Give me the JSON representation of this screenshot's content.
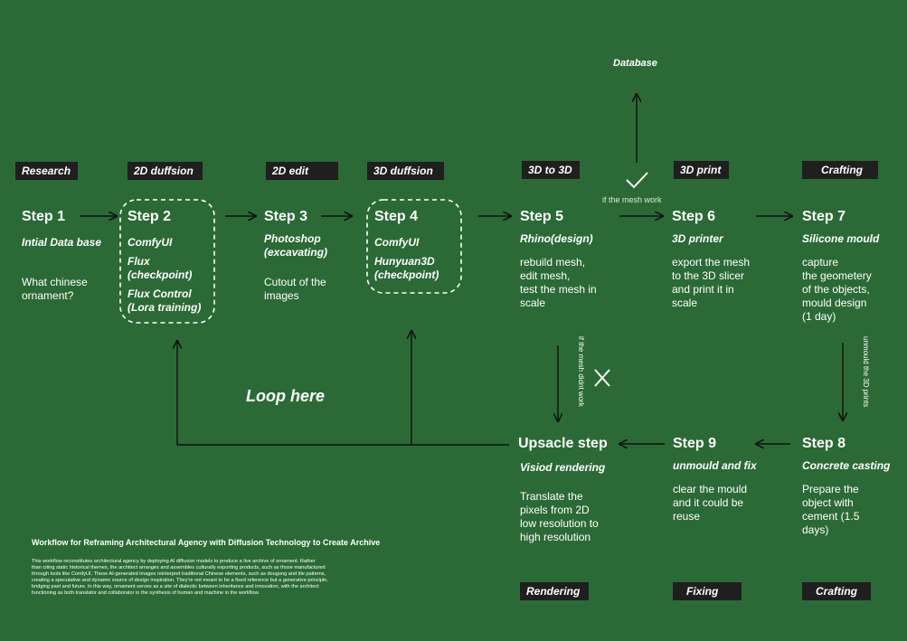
{
  "tags": {
    "research": "Research",
    "duffsion2d": "2D duffsion",
    "edit2d": "2D edit",
    "duffsion3d": "3D duffsion",
    "to3d": "3D to 3D",
    "print3d": "3D print",
    "crafting_top": "Crafting",
    "rendering": "Rendering",
    "fixing": "Fixing",
    "crafting_bottom": "Crafting"
  },
  "database": "Database",
  "mesh_work": "if the mesh work",
  "mesh_didnt_work": "if the mesh didnt work",
  "unmould_prints": "unmould the 3D prints",
  "loop_here": "Loop here",
  "steps": {
    "s1": {
      "title": "Step 1",
      "sub": "Intial Data base",
      "desc": [
        "What chinese",
        "ornament?"
      ]
    },
    "s2": {
      "title": "Step 2",
      "sub": [
        "ComfyUI",
        "Flux",
        "(checkpoint)",
        "Flux Control",
        "(Lora training)"
      ]
    },
    "s3": {
      "title": "Step 3",
      "sub": [
        "Photoshop",
        "(excavating)"
      ],
      "desc": [
        "Cutout of the",
        "images"
      ]
    },
    "s4": {
      "title": "Step 4",
      "sub": [
        "ComfyUI",
        "Hunyuan3D",
        "(checkpoint)"
      ]
    },
    "s5": {
      "title": "Step 5",
      "sub": "Rhino(design)",
      "desc": [
        "rebuild mesh,",
        "edit mesh,",
        "test the mesh in",
        "scale"
      ]
    },
    "s6": {
      "title": "Step 6",
      "sub": "3D printer",
      "desc": [
        "export the mesh",
        "to the 3D slicer",
        "and print it in",
        "scale"
      ]
    },
    "s7": {
      "title": "Step 7",
      "sub": "Silicone mould",
      "desc": [
        "capture",
        "the geometery",
        "of the objects,",
        "mould design",
        "(1 day)"
      ]
    },
    "s8": {
      "title": "Step 8",
      "sub": "Concrete  casting",
      "desc": [
        "Prepare the",
        "object with",
        "cement (1.5",
        "days)"
      ]
    },
    "s9": {
      "title": "Step 9",
      "sub": "unmould and fix",
      "desc": [
        "clear the mould",
        "and it could be",
        "reuse"
      ]
    },
    "upscale": {
      "title": "Upsacle step",
      "sub": "Visiod rendering",
      "desc": [
        "Translate the",
        "pixels from 2D",
        "low resolution to",
        "high resolution"
      ]
    }
  },
  "footer": {
    "title": "Workflow for Reframing Architectural Agency with Diffusion Technology to Create Archive",
    "lines": [
      "This workflow reconstitutes architectural agency by deploying AI diffusion models to  produce a live archive of ornament. Rather",
      "than citing static historical themes, the architect arranges and assembles culturally exporting  products, such as those manufactured",
      "through tools like ComfyUI. These AI-generated images reinterpret traditional Chinese elements, such as dougong and tile patterns,",
      "creating a speculative and dynamic source of design inspiration. They're not meant to be a fixed reference but a generative principle,",
      "bridging past and future. In this way, ornament serves as a site of dialectic between inheritance and innovation, with the architect",
      "functioning as both translator and collaborator in the synthesis of human and machine in the workflow."
    ]
  },
  "colors": {
    "background": "#2b6a36",
    "tag_bg": "#1f1f1f",
    "line": "#111111",
    "text": "#ffffff"
  }
}
